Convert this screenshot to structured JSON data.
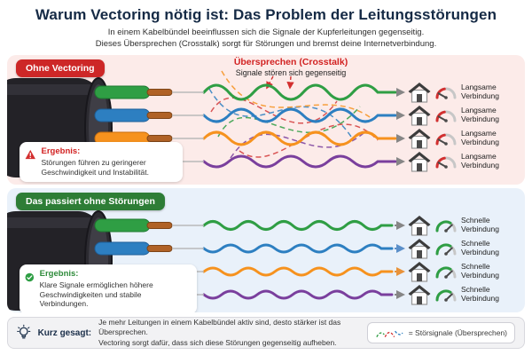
{
  "header": {
    "title": "Warum Vectoring nötig ist: Das Problem der Leitungsstörungen",
    "subtitle_line1": "In einem Kabelbündel beeinflussen sich die Signale der Kupferleitungen gegenseitig.",
    "subtitle_line2": "Dieses Übersprechen (Crosstalk) sorgt für Störungen und bremst deine Internetverbindung."
  },
  "panel_without_vectoring": {
    "badge": "Ohne Vectoring",
    "crosstalk_title": "Übersprechen (Crosstalk)",
    "crosstalk_subtitle": "Signale stören sich gegenseitig",
    "connection_label": "Langsame Verbindung",
    "result_title": "Ergebnis:",
    "result_text": "Störungen führen zu geringerer Geschwindigkeit und Instabilität.",
    "house_count": 4
  },
  "panel_clean": {
    "badge": "Das passiert ohne Störungen",
    "connection_label": "Schnelle Verbindung",
    "result_title": "Ergebnis:",
    "result_text": "Klare Signale ermöglichen höhere Geschwindigkeiten und stabile Verbindungen.",
    "house_count": 4
  },
  "footer": {
    "label": "Kurz gesagt:",
    "text_line1": "Je mehr Leitungen in einem Kabelbündel aktiv sind, desto stärker ist das Übersprechen.",
    "text_line2": "Vectoring sorgt dafür, dass sich diese Störungen gegenseitig aufheben.",
    "legend_text": "= Störsignale (Übersprechen)"
  },
  "icons": {
    "warning": "warning-triangle-icon",
    "check": "check-circle-icon",
    "bulb": "lightbulb-icon",
    "house": "house-icon",
    "gauge_slow": "speed-gauge-slow-icon",
    "gauge_fast": "speed-gauge-fast-icon",
    "crosstalk_legend": "crosstalk-squiggles-icon"
  },
  "colors": {
    "wire_green": "#2f9e44",
    "wire_blue": "#2d7fc1",
    "wire_orange": "#f6921e",
    "wire_purple": "#7a3f9d",
    "copper": "#b06226",
    "badge_red": "#cd2727",
    "badge_green": "#2e7d36",
    "panel_pink": "#fcebe9",
    "panel_blue": "#e9f1fa",
    "title_navy": "#152a45",
    "alert_red": "#d22222",
    "ok_green": "#2e8b3a",
    "arrow_gray": "#868686"
  }
}
